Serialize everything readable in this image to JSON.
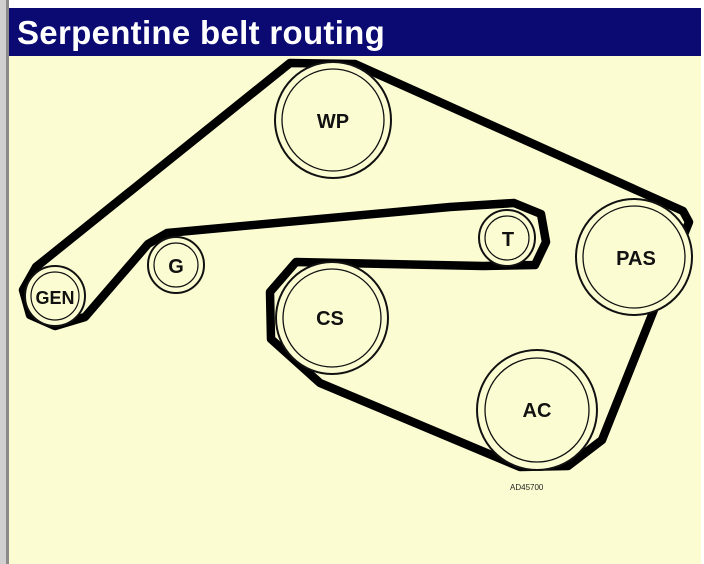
{
  "header": {
    "title": "Serpentine belt routing"
  },
  "diagram": {
    "pulleys": [
      {
        "id": "wp",
        "label": "WP"
      },
      {
        "id": "pas",
        "label": "PAS"
      },
      {
        "id": "t",
        "label": "T"
      },
      {
        "id": "g",
        "label": "G"
      },
      {
        "id": "gen",
        "label": "GEN"
      },
      {
        "id": "cs",
        "label": "CS"
      },
      {
        "id": "ac",
        "label": "AC"
      }
    ],
    "reference_code": "AD45700"
  },
  "colors": {
    "title_background": "#0b0a73",
    "title_text": "#ffffff",
    "canvas_background": "#fcfcd3",
    "belt": "#000000"
  }
}
